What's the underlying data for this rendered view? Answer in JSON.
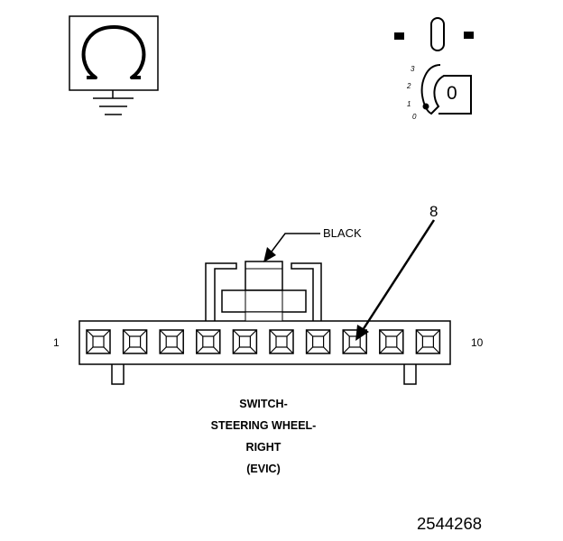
{
  "legend": {
    "ground_icon": "ohm-ground-symbol-icon",
    "ignition_icon": "ignition-key-icon",
    "key_positions": [
      "3",
      "2",
      "1",
      "0"
    ],
    "key_letter": "0"
  },
  "connector": {
    "color_label": "BLACK",
    "pin_target": "8",
    "pin_first": "1",
    "pin_last": "10",
    "pin_count": 10,
    "highlighted_pin": 8
  },
  "caption": {
    "line1": "SWITCH-",
    "line2": "STEERING WHEEL-",
    "line3": "RIGHT",
    "line4": "(EVIC)"
  },
  "figure_id": "2544268"
}
